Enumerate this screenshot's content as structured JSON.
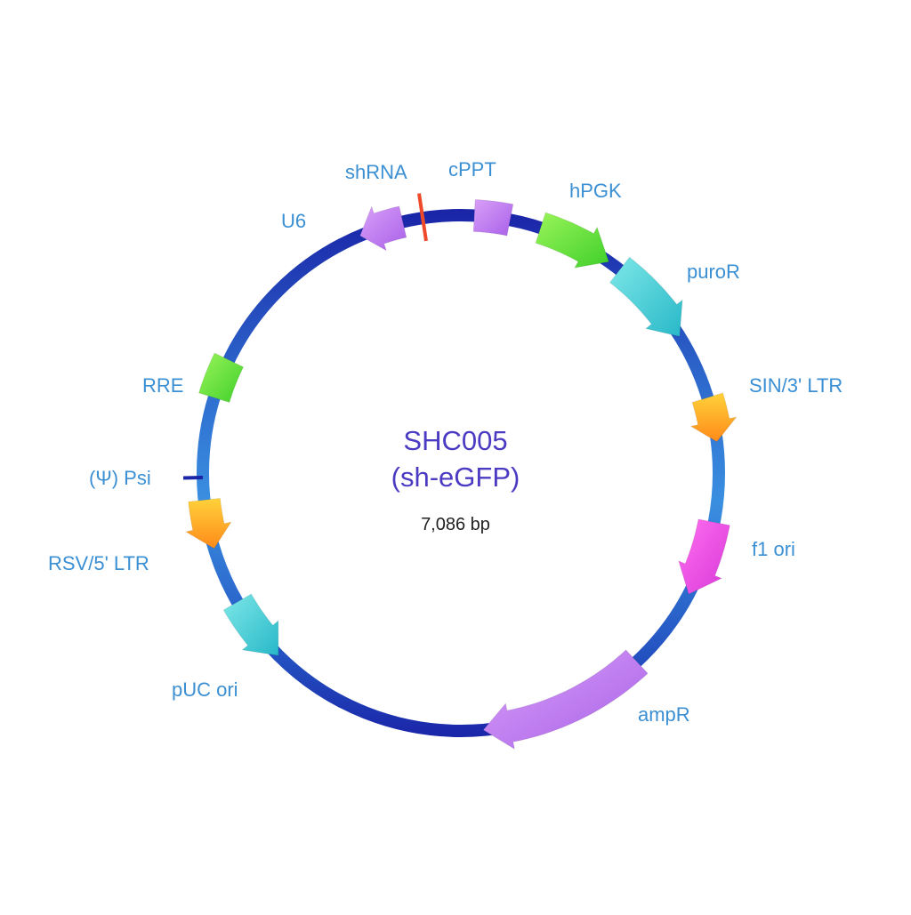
{
  "plasmid": {
    "name": "SHC005",
    "subtitle": "(sh-eGFP)",
    "size": "7,086 bp"
  },
  "features": {
    "shrna": "shRNA",
    "cppt": "cPPT",
    "hpgk": "hPGK",
    "u6": "U6",
    "puror": "puroR",
    "sin3ltr": "SIN/3' LTR",
    "rre": "RRE",
    "psi": "(Ψ) Psi",
    "f1ori": "f1 ori",
    "rsv5ltr": "RSV/5' LTR",
    "puc": "pUC ori",
    "ampr": "ampR"
  },
  "colors": {
    "backbone_dark": "#1a25a8",
    "backbone_light": "#3a8fe0",
    "green": "#6ee83a",
    "cyan": "#45d3d8",
    "orange": "#ffae1f",
    "magenta": "#f050e8",
    "violet": "#c47ef0",
    "shrna_marker": "#ee4a2a"
  }
}
